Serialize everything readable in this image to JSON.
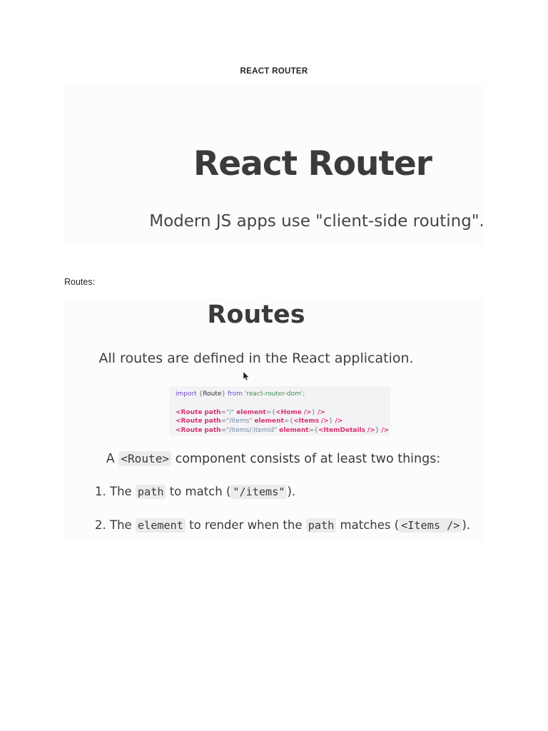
{
  "page": {
    "title": "REACT ROUTER",
    "routes_label": "Routes:"
  },
  "slide1": {
    "heading": "React Router",
    "subtitle": "Modern JS apps use \"client-side routing\"."
  },
  "slide2": {
    "heading": "Routes",
    "subtitle": "All routes are defined in the React application.",
    "cursor_icon": "mouse-pointer-icon",
    "code": {
      "lines": [
        [
          {
            "c": "kw",
            "t": "import"
          },
          {
            "c": "pln",
            "t": " "
          },
          {
            "c": "pun",
            "t": "{"
          },
          {
            "c": "pln",
            "t": "Route"
          },
          {
            "c": "pun",
            "t": "}"
          },
          {
            "c": "pln",
            "t": " "
          },
          {
            "c": "kw",
            "t": "from"
          },
          {
            "c": "pln",
            "t": " "
          },
          {
            "c": "str",
            "t": "'react-router-dom'"
          },
          {
            "c": "pun",
            "t": ";"
          }
        ],
        [],
        [
          {
            "c": "tag",
            "t": "<Route"
          },
          {
            "c": "pln",
            "t": " "
          },
          {
            "c": "tag",
            "t": "path"
          },
          {
            "c": "pun",
            "t": "="
          },
          {
            "c": "val",
            "t": "\"/\""
          },
          {
            "c": "pln",
            "t": " "
          },
          {
            "c": "tag",
            "t": "element"
          },
          {
            "c": "pun",
            "t": "={"
          },
          {
            "c": "tag",
            "t": "<Home"
          },
          {
            "c": "pln",
            "t": " "
          },
          {
            "c": "tag",
            "t": "/>"
          },
          {
            "c": "pun",
            "t": "}"
          },
          {
            "c": "pln",
            "t": " "
          },
          {
            "c": "tag",
            "t": "/>"
          }
        ],
        [
          {
            "c": "tag",
            "t": "<Route"
          },
          {
            "c": "pln",
            "t": " "
          },
          {
            "c": "tag",
            "t": "path"
          },
          {
            "c": "pun",
            "t": "="
          },
          {
            "c": "val",
            "t": "\"/items\""
          },
          {
            "c": "pln",
            "t": " "
          },
          {
            "c": "tag",
            "t": "element"
          },
          {
            "c": "pun",
            "t": "={"
          },
          {
            "c": "tag",
            "t": "<Items"
          },
          {
            "c": "pln",
            "t": " "
          },
          {
            "c": "tag",
            "t": "/>"
          },
          {
            "c": "pun",
            "t": "}"
          },
          {
            "c": "pln",
            "t": " "
          },
          {
            "c": "tag",
            "t": "/>"
          }
        ],
        [
          {
            "c": "tag",
            "t": "<Route"
          },
          {
            "c": "pln",
            "t": " "
          },
          {
            "c": "tag",
            "t": "path"
          },
          {
            "c": "pun",
            "t": "="
          },
          {
            "c": "val",
            "t": "\"/items/:itemId\""
          },
          {
            "c": "pln",
            "t": " "
          },
          {
            "c": "tag",
            "t": "element"
          },
          {
            "c": "pun",
            "t": "={"
          },
          {
            "c": "tag",
            "t": "<ItemDetails"
          },
          {
            "c": "pln",
            "t": " "
          },
          {
            "c": "tag",
            "t": "/>"
          },
          {
            "c": "pun",
            "t": "}"
          },
          {
            "c": "pln",
            "t": " "
          },
          {
            "c": "tag",
            "t": "/>"
          }
        ]
      ]
    },
    "paragraph": {
      "segments": [
        {
          "t": "A ",
          "code": false
        },
        {
          "t": "<Route>",
          "code": true
        },
        {
          "t": " component consists of at least two things:",
          "code": false
        }
      ]
    },
    "list": [
      {
        "segments": [
          {
            "t": "1. The ",
            "code": false
          },
          {
            "t": "path",
            "code": true
          },
          {
            "t": " to match (",
            "code": false
          },
          {
            "t": "\"/items\"",
            "code": true
          },
          {
            "t": ").",
            "code": false
          }
        ]
      },
      {
        "segments": [
          {
            "t": "2. The ",
            "code": false
          },
          {
            "t": "element",
            "code": true
          },
          {
            "t": " to render when the ",
            "code": false
          },
          {
            "t": "path",
            "code": true
          },
          {
            "t": " matches (",
            "code": false
          },
          {
            "t": "<Items />",
            "code": true
          },
          {
            "t": ").",
            "code": false
          }
        ]
      }
    ]
  },
  "colors": {
    "page_background": "#ffffff",
    "slide_background": "#fcfcfc",
    "heading_text": "#3b3b3b",
    "code_block_background": "#f3f3f6",
    "code_keyword": "#7048c9",
    "code_string": "#3d9150",
    "code_tag": "#d6336c",
    "code_attr_value": "#6f8ba3",
    "inline_code_background": "#ececec"
  }
}
